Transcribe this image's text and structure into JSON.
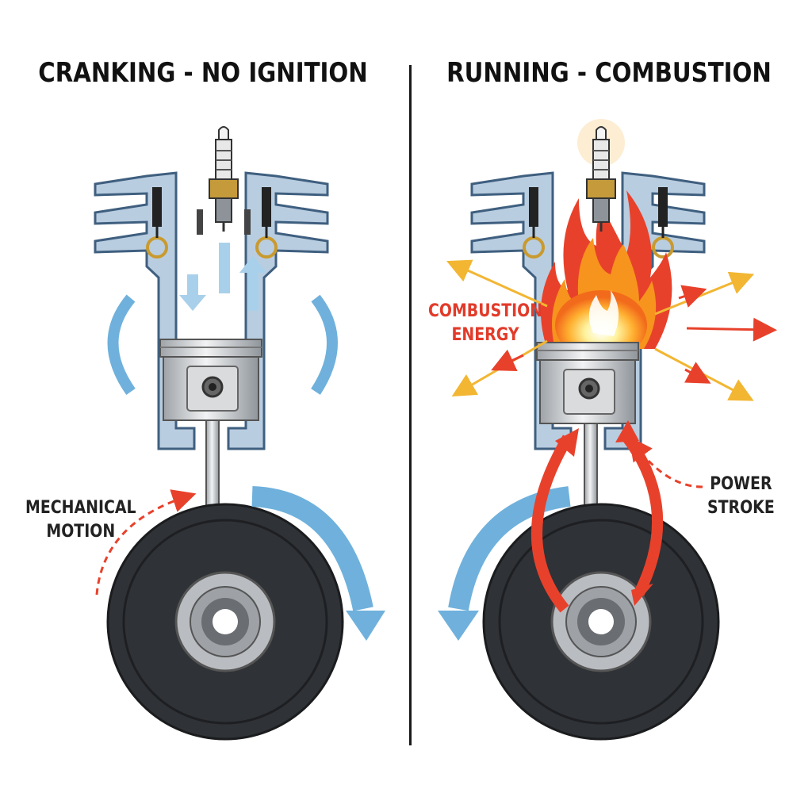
{
  "titles": {
    "left": "CRANKING - NO IGNITION",
    "right": "RUNNING - COMBUSTION"
  },
  "labels": {
    "mechanical_motion": [
      "MECHANICAL",
      "MOTION"
    ],
    "combustion_energy": [
      "COMBUSTION",
      "ENERGY"
    ],
    "power_stroke": [
      "POWER",
      "STROKE"
    ]
  },
  "colors": {
    "cylinder": "#b9cde0",
    "cylinder_outline": "#3f5f7f",
    "motion_arrow": "#6fb1dc",
    "flame_red": "#e8412b",
    "flame_orange": "#f7941d",
    "flame_yellow": "#ffd23f",
    "spark_arrow": "#f2b632",
    "wheel": "#2f3236",
    "hub": "#b9bcc0"
  },
  "icons": {
    "spark_plug": "spark-plug-icon",
    "flame": "flame-icon",
    "crank_wheel": "crank-wheel-icon"
  }
}
